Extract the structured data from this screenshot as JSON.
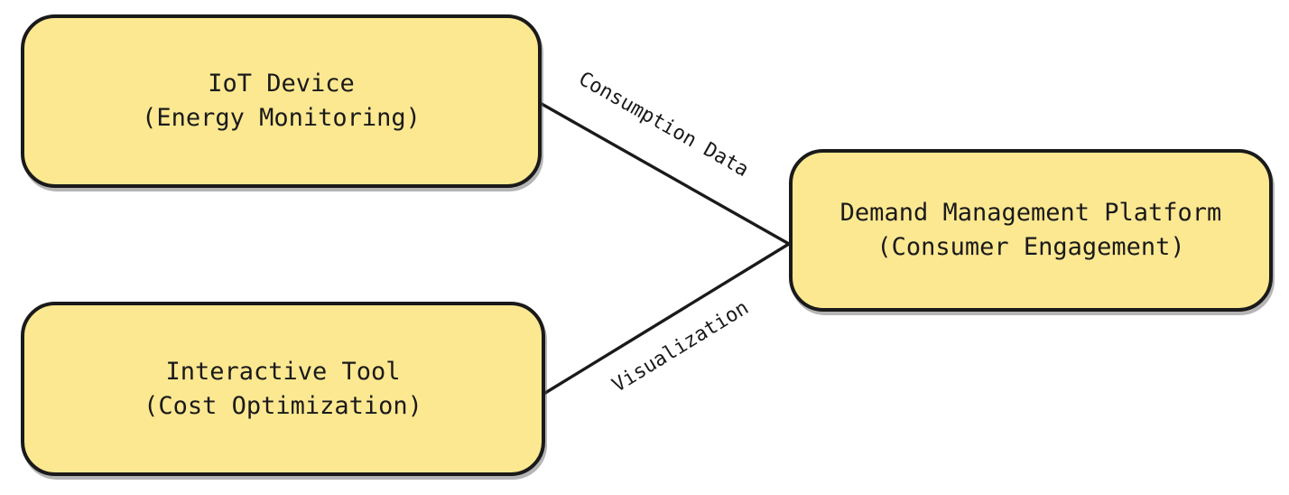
{
  "diagram": {
    "type": "flowchart",
    "background_color": "#FFFFFF",
    "node_fill_color": "#FCE891",
    "node_border_color": "#1A1A1A",
    "edge_line_color": "#1A1A1A",
    "text_color": "#1A1A1A",
    "nodes": [
      {
        "id": "iot-device",
        "line1": "IoT Device",
        "line2": "(Energy Monitoring)"
      },
      {
        "id": "interactive-tool",
        "line1": "Interactive Tool",
        "line2": "(Cost Optimization)"
      },
      {
        "id": "demand-management-platform",
        "line1": "Demand Management Platform",
        "line2": "(Consumer Engagement)"
      }
    ],
    "edges": [
      {
        "from": "iot-device",
        "to": "demand-management-platform",
        "label": "Consumption Data"
      },
      {
        "from": "interactive-tool",
        "to": "demand-management-platform",
        "label": "Visualization"
      }
    ]
  }
}
